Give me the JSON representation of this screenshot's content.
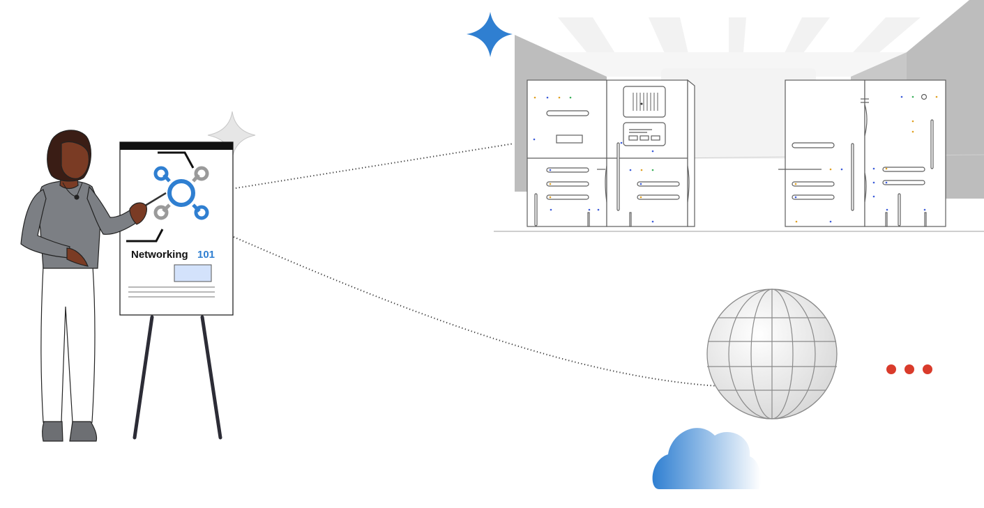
{
  "flipchart": {
    "title_main": "Networking",
    "title_number": "101"
  },
  "colors": {
    "accent_blue": "#2f7fd1",
    "alert_red": "#d93b2b",
    "hub_gray": "#9a9a9a",
    "sweater_gray": "#7c7f84",
    "skin": "#7a3b24",
    "hair": "#3a1d15",
    "rack_line": "#5e5e5e",
    "room_gray": "#bdbdbd"
  },
  "icons": [
    "presenter-woman",
    "flipchart-easel",
    "network-hub-icon",
    "server-rack-icon",
    "globe-icon",
    "cloud-icon",
    "sparkle-icon",
    "ellipsis-dots-icon"
  ]
}
